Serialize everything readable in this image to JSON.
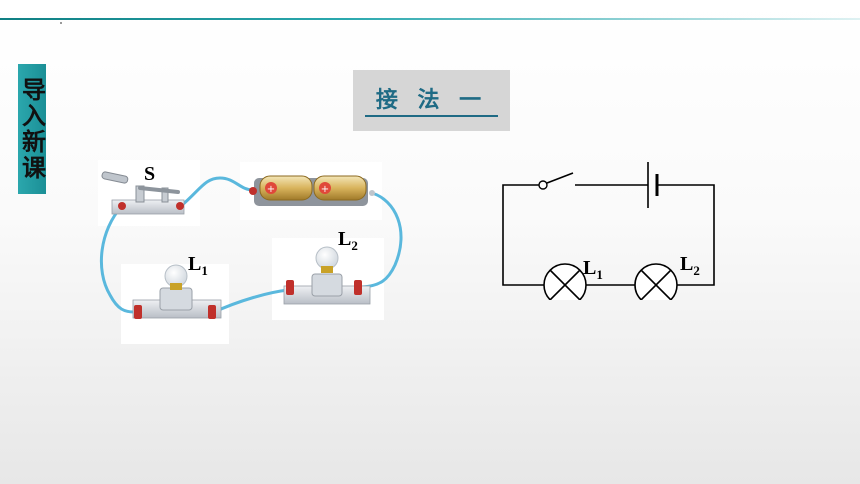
{
  "side_tab": {
    "label": "导入新课"
  },
  "title": {
    "text": "接 法 一"
  },
  "photo_labels": {
    "switch": "S",
    "lamp1_main": "L",
    "lamp1_sub": "1",
    "lamp2_main": "L",
    "lamp2_sub": "2"
  },
  "schematic_labels": {
    "lamp1_main": "L",
    "lamp1_sub": "1",
    "lamp2_main": "L",
    "lamp2_sub": "2"
  },
  "colors": {
    "accent": "#1b8f96",
    "title_text": "#1f6b85",
    "wire": "#5ab8dd",
    "terminal": "#c0302b"
  }
}
